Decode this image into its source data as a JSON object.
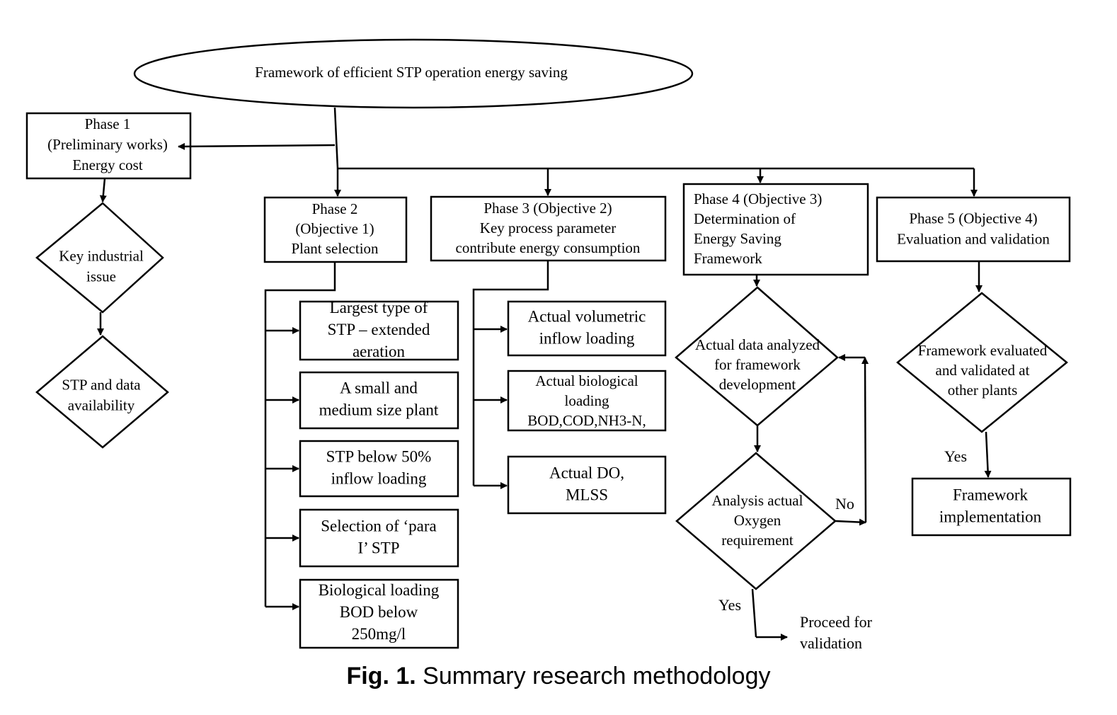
{
  "title_node": {
    "lines": [
      "Framework of efficient STP operation energy saving"
    ]
  },
  "phase1": {
    "box": {
      "lines": [
        "Phase 1",
        "(Preliminary works)",
        "Energy cost"
      ]
    },
    "decision1": {
      "lines": [
        "Key industrial",
        "issue"
      ]
    },
    "decision2": {
      "lines": [
        "STP and data",
        "availability"
      ]
    }
  },
  "phase2": {
    "box": {
      "lines": [
        "Phase 2",
        "(Objective 1)",
        "Plant selection"
      ]
    },
    "items": [
      {
        "lines": [
          "Largest type of",
          "STP – extended",
          "aeration"
        ]
      },
      {
        "lines": [
          "A small and",
          "medium size plant"
        ]
      },
      {
        "lines": [
          "STP below 50%",
          "inflow loading"
        ]
      },
      {
        "lines": [
          "Selection of ‘para",
          "I’ STP"
        ]
      },
      {
        "lines": [
          "Biological  loading",
          "BOD below",
          "250mg/l"
        ]
      }
    ]
  },
  "phase3": {
    "box": {
      "lines": [
        "Phase 3 (Objective 2)",
        "Key process parameter",
        "contribute energy consumption"
      ]
    },
    "items": [
      {
        "lines": [
          "Actual volumetric",
          "inflow loading"
        ]
      },
      {
        "lines": [
          "Actual biological",
          "loading",
          "BOD,COD,NH3-N,"
        ]
      },
      {
        "lines": [
          "Actual DO,",
          "MLSS"
        ]
      }
    ]
  },
  "phase4": {
    "box": {
      "lines": [
        "Phase 4 (Objective 3)",
        "Determination of",
        "Energy Saving",
        "Framework"
      ]
    },
    "decision1": {
      "lines": [
        "Actual data analyzed",
        "for framework",
        "development"
      ]
    },
    "decision2": {
      "lines": [
        "Analysis actual",
        "Oxygen",
        "requirement"
      ]
    },
    "label_no": "No",
    "label_yes": "Yes",
    "outcome": {
      "lines": [
        "Proceed for",
        "validation"
      ]
    }
  },
  "phase5": {
    "box": {
      "lines": [
        "Phase 5 (Objective 4)",
        "Evaluation and validation"
      ]
    },
    "decision": {
      "lines": [
        "Framework evaluated",
        "and validated at",
        "other plants"
      ]
    },
    "label_yes": "Yes",
    "outcome": {
      "lines": [
        "Framework",
        "implementation"
      ]
    }
  },
  "caption": {
    "bold": "Fig. 1.",
    "text": " Summary research methodology"
  }
}
